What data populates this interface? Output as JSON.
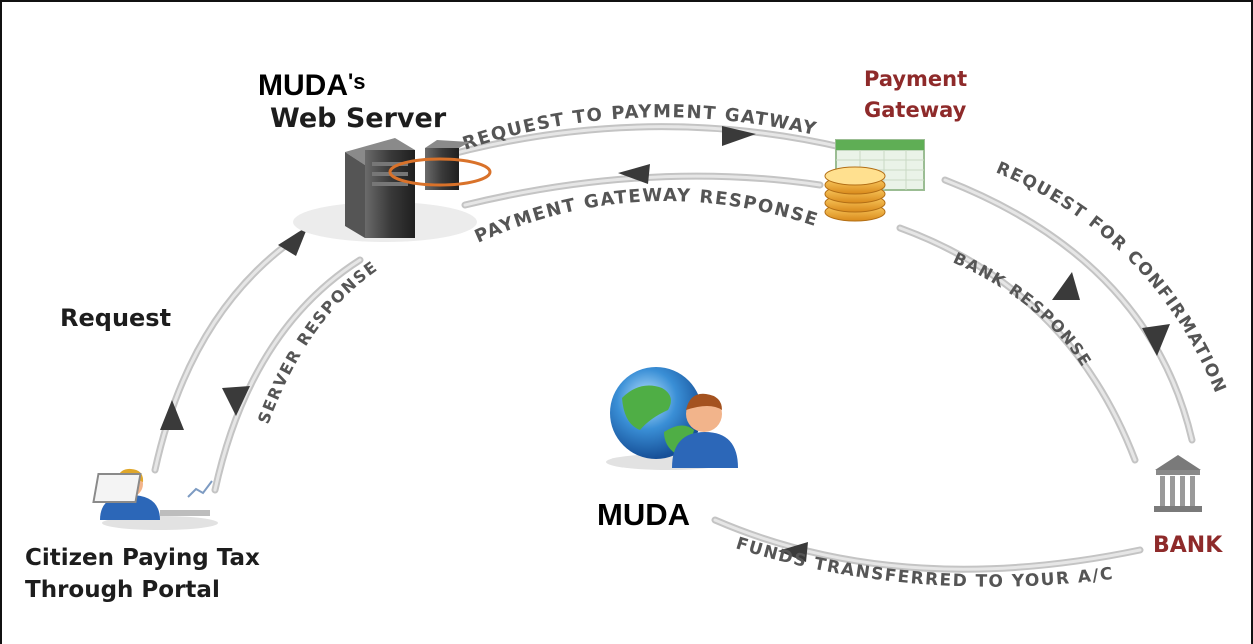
{
  "nodes": {
    "web_server": {
      "line1": "MUDA",
      "apostrophe_s": "'s",
      "line2": "Web Server",
      "icon": "server-icon"
    },
    "payment_gateway": {
      "line1": "Payment",
      "line2": "Gateway",
      "icon": "payment-gateway-icon"
    },
    "bank": {
      "label": "BANK",
      "icon": "bank-icon"
    },
    "muda": {
      "label": "MUDA",
      "icon": "globe-user-icon"
    },
    "citizen": {
      "line1": "Citizen Paying Tax",
      "line2": "Through Portal",
      "icon": "citizen-computer-icon"
    }
  },
  "flows": {
    "request": "Request",
    "server_response": "SERVER RESPONSE",
    "request_to_gateway": "REQUEST  TO PAYMENT GATWAY",
    "gateway_response": "PAYMENT GATEWAY RESPONSE",
    "request_confirmation": "REQUEST  FOR CONFIRMATION",
    "bank_response": "BANK RESPONSE",
    "funds_transferred": "FUNDS TRANSFERRED TO YOUR A/C"
  },
  "colors": {
    "arrow": "#3a3a3a",
    "arc": "#c4c4c4",
    "flow_text": "#555555",
    "gateway_label": "#8e2a2a",
    "bank_label": "#8e2a2a"
  }
}
